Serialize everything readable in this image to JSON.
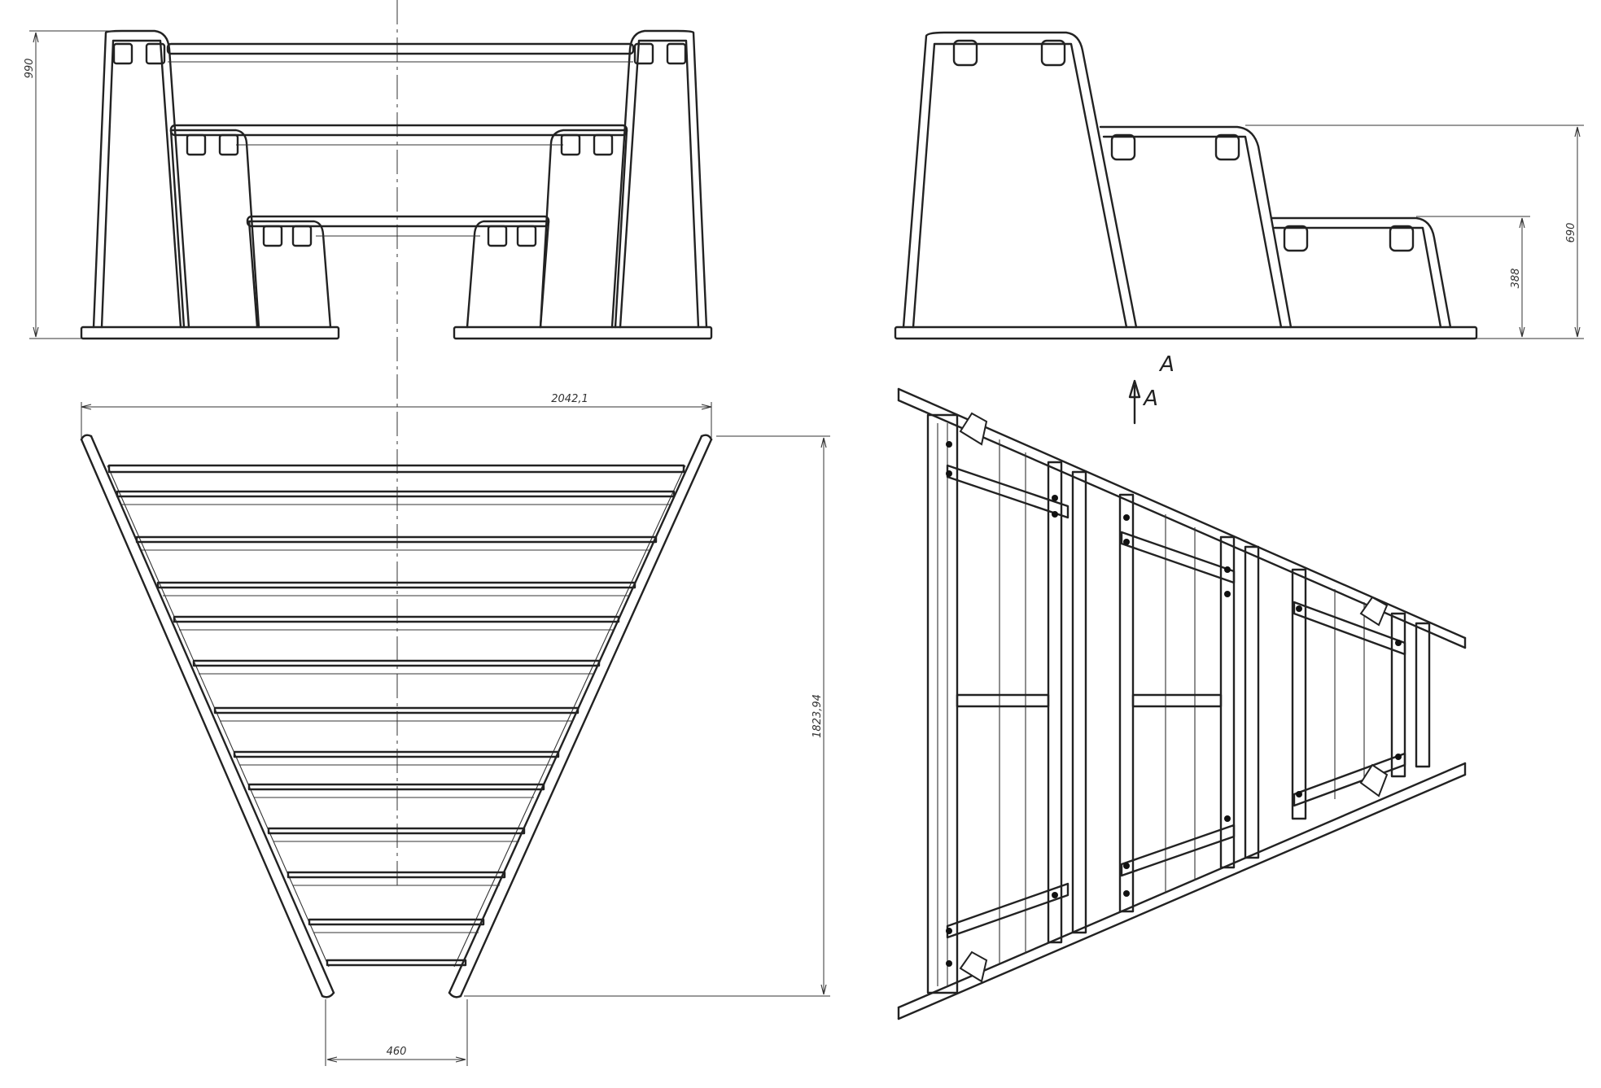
{
  "dimensions": {
    "front_height": "990",
    "side_height_upper": "690",
    "side_height_lower": "388",
    "plan_width": "2042,1",
    "plan_depth": "1823,94",
    "plan_narrow_width": "460"
  },
  "section_marker": {
    "label": "A",
    "arrow_label": "A"
  }
}
